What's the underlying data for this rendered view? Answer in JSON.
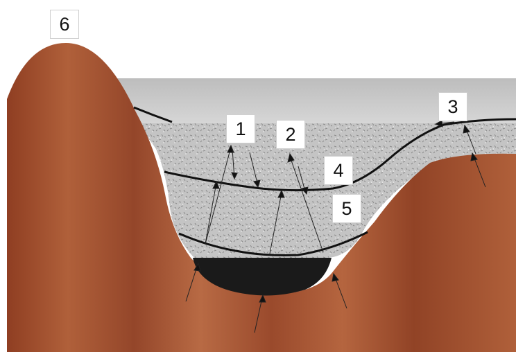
{
  "labels": {
    "l1": "1",
    "l2": "2",
    "l3": "3",
    "l4": "4",
    "l5": "5",
    "l6": "6"
  },
  "colors": {
    "rock": "#9e4a28",
    "sky_band": "#c9c9c9",
    "sediment": "#bdbdbd",
    "bottom_layer": "#1a1a1a",
    "lines": "#111111"
  }
}
